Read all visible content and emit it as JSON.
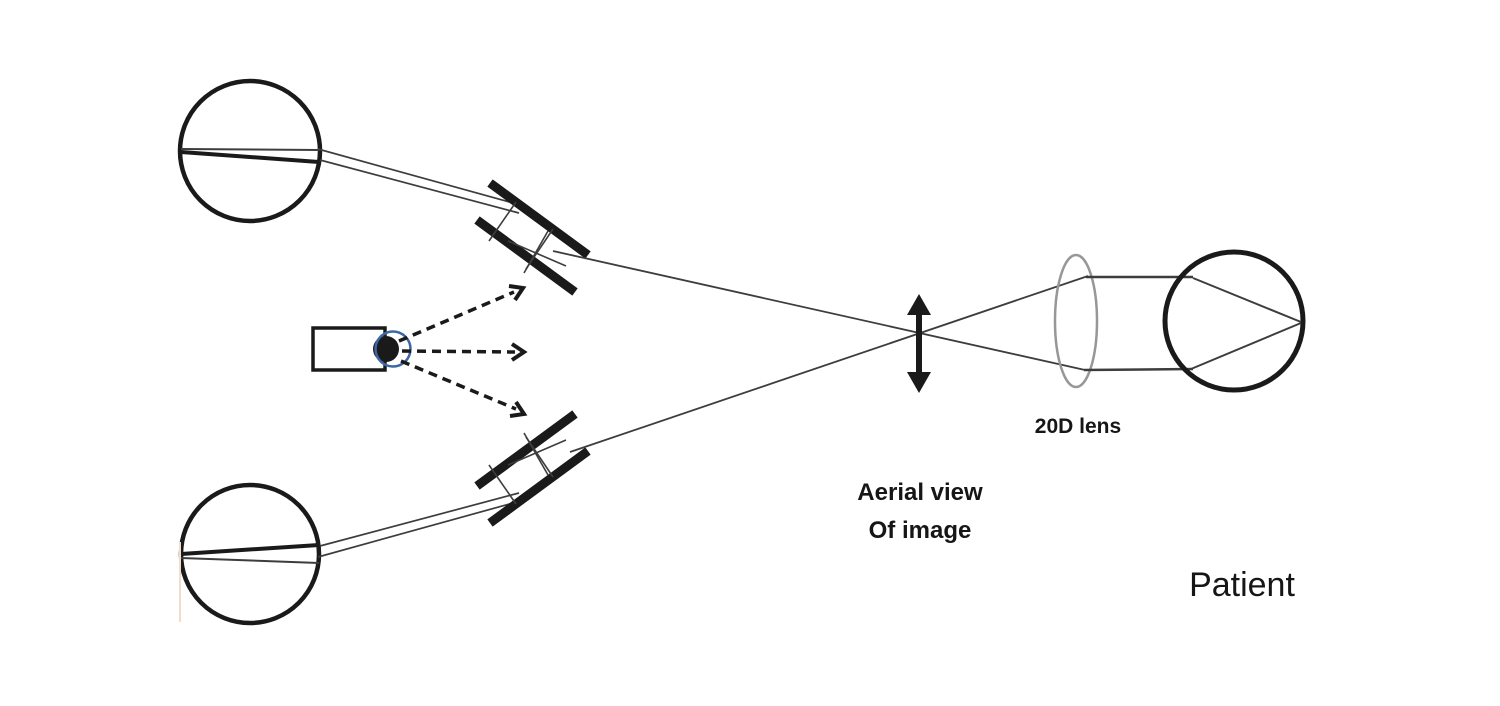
{
  "diagram": {
    "labels": {
      "lens_label": "20D lens",
      "aerial_view_line1": "Aerial view",
      "aerial_view_line2": "Of image",
      "patient_label": "Patient"
    },
    "colors": {
      "background": "#ffffff",
      "line_black": "#1a1a1a",
      "ray_gray": "#3d3d3d",
      "lens_gray": "#979797",
      "light_ring_blue": "#3b67a5",
      "artifact_peach": "#f5dbc9"
    }
  }
}
